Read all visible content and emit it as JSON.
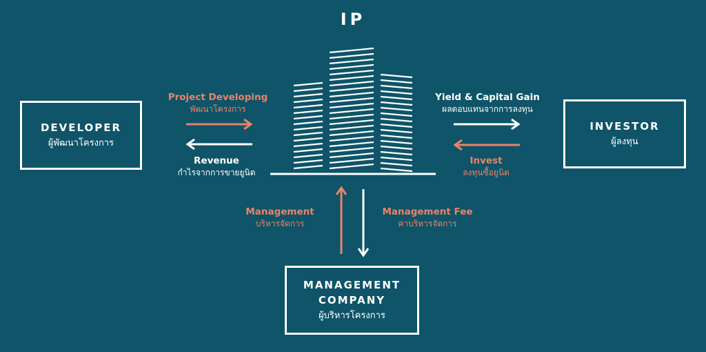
{
  "title": "IP",
  "developer": {
    "name": "DEVELOPER",
    "name_th": "ผู้พัฒนาโครงการ"
  },
  "investor": {
    "name": "INVESTOR",
    "name_th": "ผู้ลงทุน"
  },
  "management_company": {
    "name_line1": "MANAGEMENT",
    "name_line2": "COMPANY",
    "name_th": "ผู้บริหารโครงการ"
  },
  "flows": {
    "project_developing": {
      "label": "Project Developing",
      "label_th": "พัฒนาโครงการ"
    },
    "revenue": {
      "label": "Revenue",
      "label_th": "กำไรจากการขายยูนิต"
    },
    "yield": {
      "label": "Yield & Capital Gain",
      "label_th": "ผลตอบแทนจากการลงทุน"
    },
    "invest": {
      "label": "Invest",
      "label_th": "ลงทุนซื้อยูนิต"
    },
    "management": {
      "label": "Management",
      "label_th": "บริหารจัดการ"
    },
    "management_fee": {
      "label": "Management Fee",
      "label_th": "ค่าบริหารจัดการ"
    }
  },
  "colors": {
    "background": "#0f5468",
    "accent": "#e8846a",
    "line": "#ffffff"
  }
}
